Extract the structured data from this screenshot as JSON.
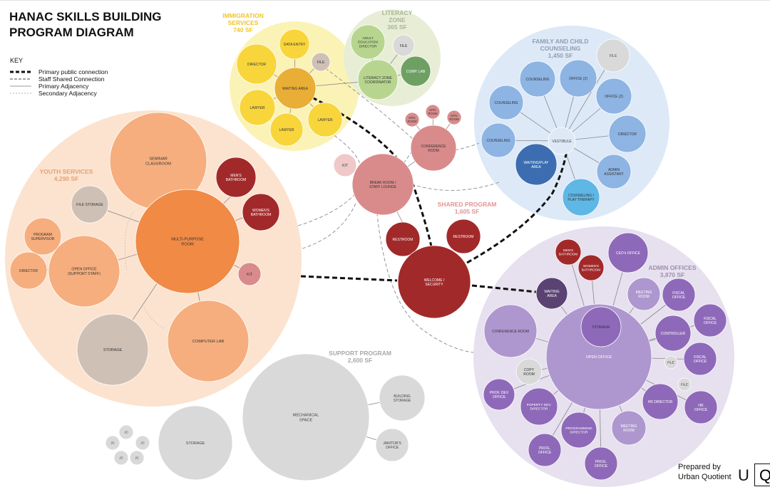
{
  "title_line1": "HANAC SKILLS BUILDING",
  "title_line2": "PROGRAM DIAGRAM",
  "key": {
    "title": "KEY",
    "items": [
      {
        "label": "Primary public connection"
      },
      {
        "label": "Staff Shared Connection"
      },
      {
        "label": "Primary Adjacency"
      },
      {
        "label": "Secondary Adjacency"
      }
    ]
  },
  "credit": {
    "line1": "Prepared by",
    "line2": "Urban Quotient",
    "logo_u": "U",
    "logo_q": "Q"
  },
  "colors": {
    "youth_zone": "#fce3cf",
    "youth_room": "#f6ae7e",
    "youth_core": "#f08a45",
    "youth_gray": "#cfc0b5",
    "immig_zone": "#fbf3b6",
    "immig_room": "#f8d53b",
    "immig_core": "#e9ae36",
    "literacy_zone": "#e8eed6",
    "literacy_room": "#b7d58f",
    "literacy_dark": "#6ea064",
    "family_zone": "#dde9f7",
    "family_room": "#8db4e3",
    "family_dark": "#3c6db0",
    "family_light": "#5fb7e6",
    "shared_room": "#d98b8b",
    "shared_dark": "#a2292a",
    "admin_zone": "#e6e0ef",
    "admin_room": "#8f69b9",
    "admin_light": "#ae97cf",
    "admin_dark": "#5a4273",
    "support_room": "#d9d9d9"
  },
  "zones": {
    "youth": {
      "name": "YOUTH SERVICES",
      "sf": "4,290 SF"
    },
    "immigration": {
      "name1": "IMMIGRATION",
      "name2": "SERVICES",
      "sf": "740 SF"
    },
    "literacy": {
      "name1": "LITERACY",
      "name2": "ZONE",
      "sf": "365 SF"
    },
    "family": {
      "name1": "FAMILY AND CHILD",
      "name2": "COUNSELING",
      "sf": "1,450 SF"
    },
    "shared": {
      "name": "SHARED PROGRAM",
      "sf": "1,605 SF"
    },
    "admin": {
      "name": "ADMIN OFFICES",
      "sf": "3,870 SF"
    },
    "support": {
      "name": "SUPPORT PROGRAM",
      "sf": "2,600 SF"
    }
  },
  "rooms": {
    "seminar": [
      "SEMINAR",
      "CLASSROOM"
    ],
    "mens_y": [
      "MEN'S",
      "BATHROOM"
    ],
    "womens_y": [
      "WOMEN'S",
      "BATHROOM"
    ],
    "file_storage": [
      "FILE STORAGE"
    ],
    "prog_supervisor": [
      "PROGRAM",
      "SUPERVISOR"
    ],
    "director_y": [
      "DIRECTOR"
    ],
    "open_office_y": [
      "OPEN OFFICE",
      "(SUPPORT STAFF)"
    ],
    "multipurpose": [
      "MULTI-PURPOSE",
      "ROOM"
    ],
    "kit_y": [
      "KIT"
    ],
    "storage_y": [
      "STORAGE"
    ],
    "computer_lab": [
      "COMPUTER LAB"
    ],
    "data_entry": [
      "DATA ENTRY"
    ],
    "director_i": [
      "DIRECTOR"
    ],
    "file_i": [
      "FILE"
    ],
    "waiting_i": [
      "WAITING AREA"
    ],
    "lawyer1": [
      "LAWYER"
    ],
    "lawyer2": [
      "LAWYER"
    ],
    "lawyer3": [
      "LAWYER"
    ],
    "adult_ed": [
      "ADULT",
      "EDUCATION",
      "DIRECTOR"
    ],
    "file_l": [
      "FILE"
    ],
    "lit_coord": [
      "LITERACY ZONE",
      "COORDINATOR"
    ],
    "comp_lab": [
      "COMP. LAB"
    ],
    "file_f": [
      "FILE"
    ],
    "counseling1": [
      "COUNSELING"
    ],
    "office2a": [
      "OFFICE (2)"
    ],
    "office2b": [
      "OFFICE (2)"
    ],
    "counseling2": [
      "COUNSELING"
    ],
    "counseling3": [
      "COUNSELING"
    ],
    "vestibule": [
      "VESTIBULE"
    ],
    "director_f": [
      "DIRECTOR"
    ],
    "waiting_play": [
      "WAITING/PLAY",
      "AREA"
    ],
    "admin_assistant": [
      "ADMIN",
      "ASSISTANT"
    ],
    "counseling_play": [
      "COUNSELING /",
      "PLAY THERAPY"
    ],
    "mtg1": [
      "MTG",
      "ROOM"
    ],
    "mtg2": [
      "MTG",
      "ROOM"
    ],
    "mtg3": [
      "MTG",
      "ROOM"
    ],
    "conference_s": [
      "CONFERENCE",
      "ROOM"
    ],
    "kit_s": [
      "KIT"
    ],
    "break_room": [
      "BREAK ROOM /",
      "STAFF LOUNGE"
    ],
    "restroom1": [
      "RESTROOM"
    ],
    "restroom2": [
      "RESTROOM"
    ],
    "welcome": [
      "WELCOME /",
      "SECURITY"
    ],
    "mens_a": [
      "MEN'S",
      "BATHROOM"
    ],
    "womens_a": [
      "WOMEN'S",
      "BATHROOM"
    ],
    "ceos_office": [
      "CEO's OFFICE"
    ],
    "waiting_a": [
      "WAITING",
      "AREA"
    ],
    "meeting_a1": [
      "MEETING",
      "ROOM"
    ],
    "fiscal1": [
      "FISCAL",
      "OFFICE"
    ],
    "fiscal2": [
      "FISCAL",
      "OFFICE"
    ],
    "conference_a": [
      "CONFERENCE ROOM"
    ],
    "storage_a": [
      "STORAGE"
    ],
    "controller": [
      "CONTROLLER"
    ],
    "open_office_a": [
      "OPEN OFFICE"
    ],
    "fiscal3": [
      "FISCAL",
      "OFFICE"
    ],
    "file_a1": [
      "FILE"
    ],
    "copy_room": [
      "COPY",
      "ROOM"
    ],
    "file_a2": [
      "FILE"
    ],
    "prof_dev": [
      "PROF. DEV",
      "OFFICE"
    ],
    "property_dev": [
      "POPERTY DEV.",
      "DIRECTOR"
    ],
    "hr_director": [
      "HR DIRECTOR"
    ],
    "hr_office": [
      "HR",
      "OFFICE"
    ],
    "programming_dir": [
      "PROGRAMMING",
      "DIRECTOR"
    ],
    "meeting_a2": [
      "MEETING",
      "ROOM"
    ],
    "prog_office1": [
      "PROG.",
      "OFFICE"
    ],
    "prog_office2": [
      "PROG.",
      "OFFICE"
    ],
    "mechanical": [
      "MECHANICAL",
      "SPACE"
    ],
    "building_storage": [
      "BUILDING",
      "STORAGE"
    ],
    "janitors": [
      "JANITOR'S",
      "OFFICE"
    ],
    "storage_s": [
      "STORAGE"
    ],
    "jc1": [
      "JC"
    ],
    "jc2": [
      "JC"
    ],
    "jc3": [
      "JC"
    ],
    "jc4": [
      "JC"
    ],
    "jc5": [
      "JC"
    ]
  }
}
